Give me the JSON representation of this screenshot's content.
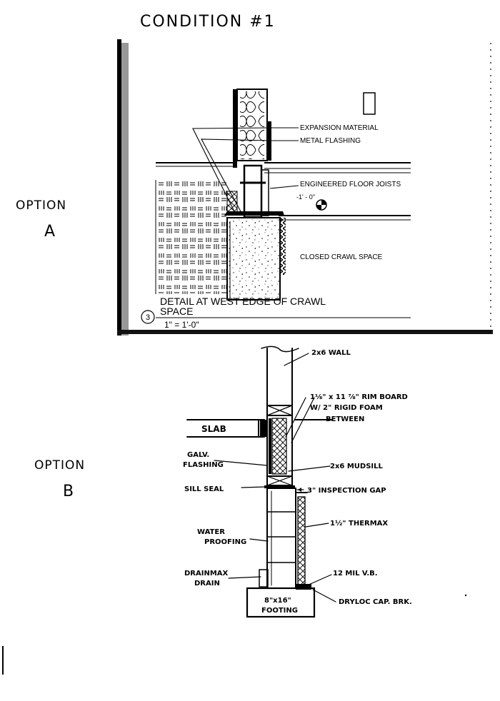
{
  "page": {
    "title": "CONDITION #1",
    "options": [
      {
        "label": "OPTION",
        "letter": "A"
      },
      {
        "label": "OPTION",
        "letter": "B"
      }
    ]
  },
  "option_a": {
    "labels": {
      "expansion": "EXPANSION MATERIAL",
      "flashing": "METAL FLASHING",
      "joists": "ENGINEERED FLOOR JOISTS",
      "elevation": "-1' - 0\"",
      "crawl": "CLOSED  CRAWL SPACE"
    },
    "detail": {
      "number": "3",
      "title_line1": "DETAIL AT WEST EDGE OF CRAWL",
      "title_line2": "SPACE",
      "scale": "1\" = 1'-0\""
    }
  },
  "option_b": {
    "labels": {
      "wall": "2x6 WALL",
      "rim_line1": "1⅛\" x 11 ⅞\" RIM BOARD",
      "rim_line2": "W/ 2\" RIGID FOAM",
      "rim_line3": "BETWEEN",
      "slab": "SLAB",
      "galv_line1": "GALV.",
      "galv_line2": "FLASHING",
      "mudsill": "2x6 MUDSILL",
      "sillseal": "SILL SEAL",
      "inspection": "3\" INSPECTION GAP",
      "thermax": "1½\" THERMAX",
      "water_line1": "WATER",
      "water_line2": "PROOFING",
      "drain_line1": "DRAINMAX",
      "drain_line2": "DRAIN",
      "vb": "12 MIL V.B.",
      "footing_line1": "8\"x16\"",
      "footing_line2": "FOOTING",
      "dryloc": "DRYLOC  CAP. BRK."
    }
  }
}
